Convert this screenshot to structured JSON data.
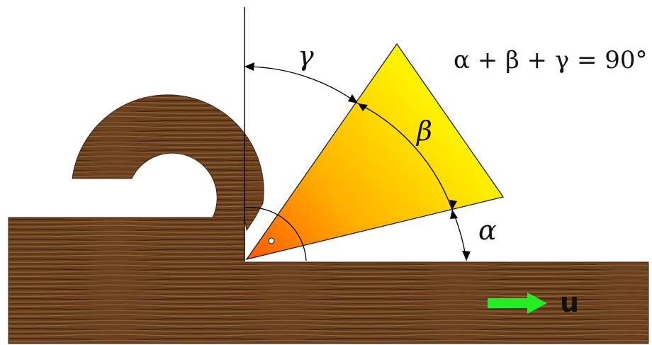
{
  "diagram": {
    "formula": "α + β + γ = 90°",
    "labels": {
      "gamma": "γ",
      "beta": "β",
      "alpha": "α",
      "velocity": "u"
    },
    "colors": {
      "wood_base": "#6b4220",
      "wood_dark": "#3e2410",
      "wood_light": "#8c5a30",
      "tool_tip": "#ff6a00",
      "tool_mid": "#ffb000",
      "tool_back": "#fff200",
      "arrow": "#22ee22",
      "line": "#000000"
    }
  }
}
